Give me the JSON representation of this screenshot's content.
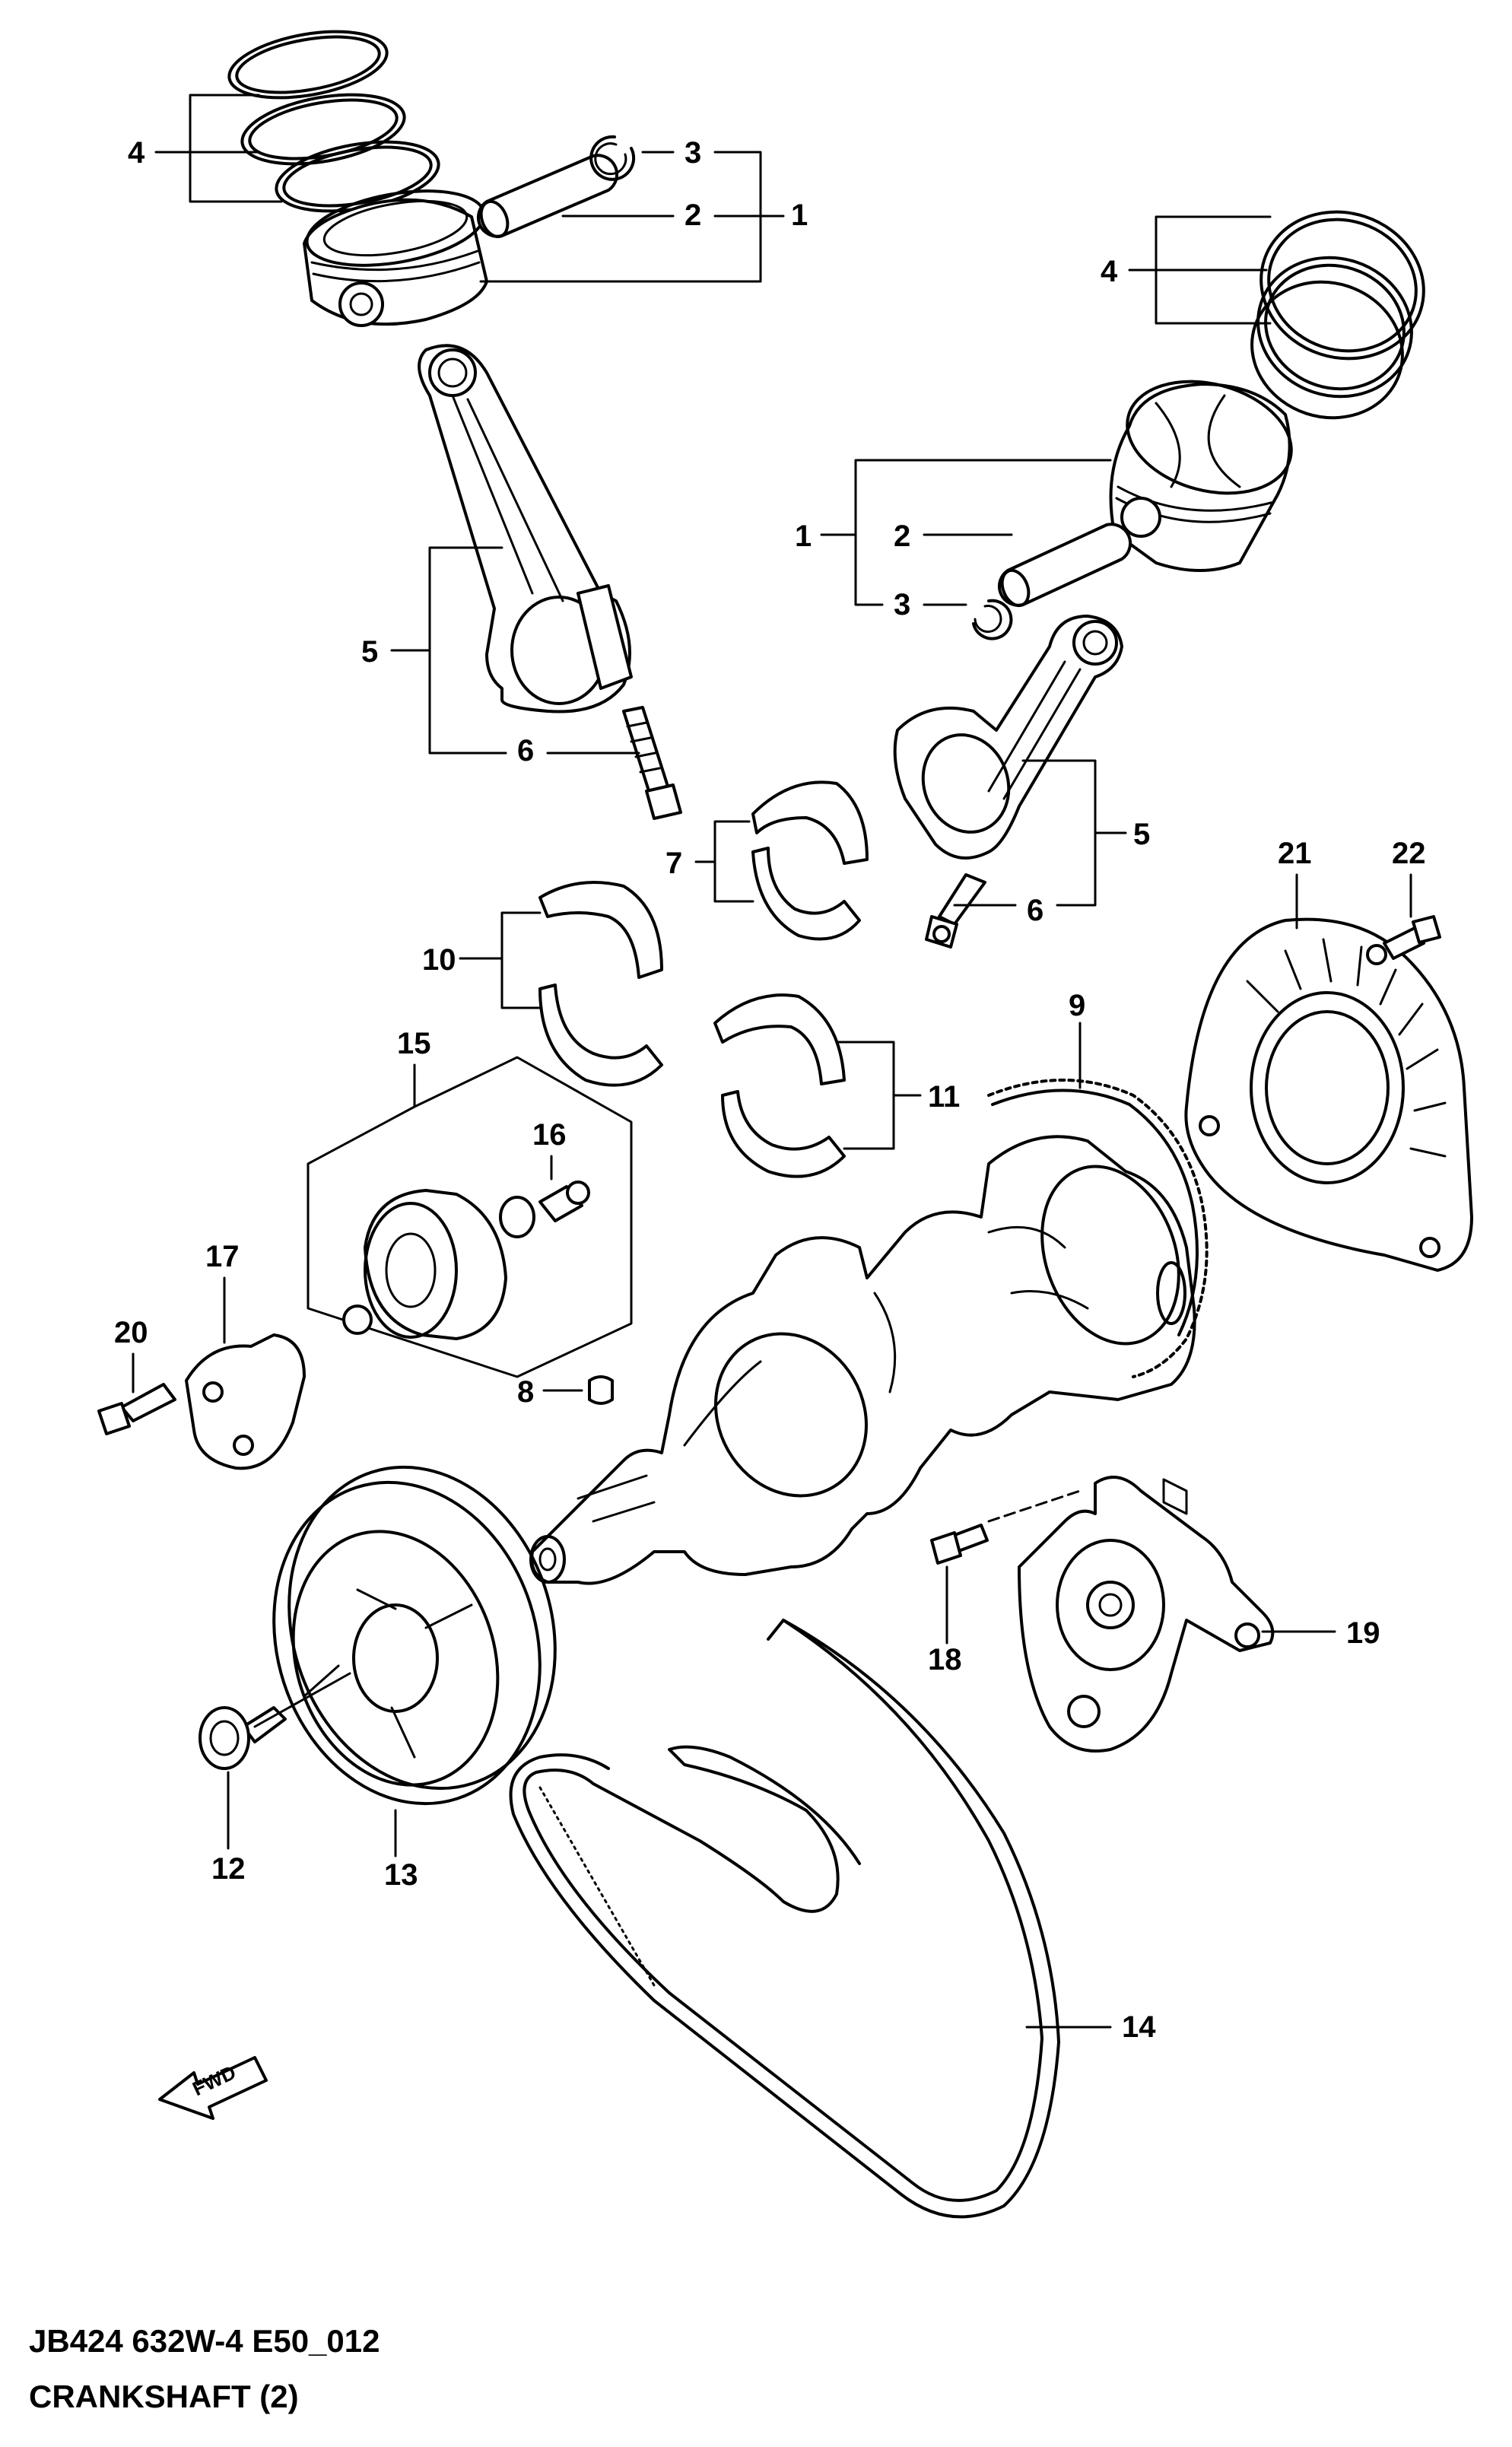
{
  "diagram": {
    "callouts": {
      "n1": "1",
      "n2": "2",
      "n3": "3",
      "n4": "4",
      "n5": "5",
      "n6": "6",
      "n7": "7",
      "n8": "8",
      "n9": "9",
      "n10": "10",
      "n11": "11",
      "n12": "12",
      "n13": "13",
      "n14": "14",
      "n15": "15",
      "n16": "16",
      "n17": "17",
      "n18": "18",
      "n19": "19",
      "n20": "20",
      "n21": "21",
      "n22": "22"
    },
    "fwd_label": "FWD"
  },
  "footer": {
    "code": "JB424 632W-4 E50_012",
    "title": "CRANKSHAFT (2)"
  }
}
